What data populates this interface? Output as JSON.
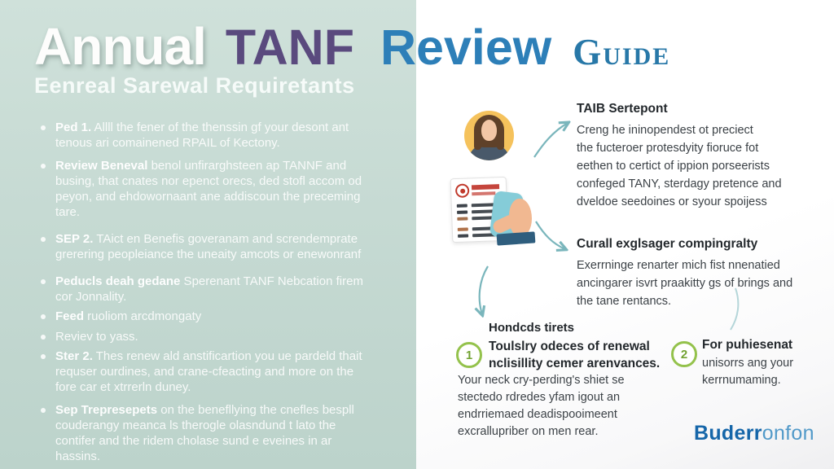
{
  "title": {
    "annual": "Annual",
    "tanf": "TANF",
    "review": "Review",
    "guide": "Guide"
  },
  "subtitle": "Eenreal Sarewal Requiretants",
  "left_bullets": [
    {
      "lead": "Ped 1.",
      "rest": " Allll the fener of the thenssin gf your desont ant\ntenous ari comainened RPAIL of Kectony."
    },
    {
      "lead": "Review Beneval",
      "rest": " benol unfirarghsteen ap TANNF and\nbusing, that cnates nor epenct orecs, ded stofl accom od\npeyon, and ehdowornaant ane addiscoun the preceming\ntare."
    },
    {
      "lead": "SEP 2.",
      "rest": " TAict en Benefis goveranam and screndemprate\ngrerering peopleiance the uneaity amcots or enewonranf"
    },
    {
      "lead": "Peducls deah gedane",
      "rest": " Sperenant TANF Nebcation firem\ncor Jonnality."
    },
    {
      "lead": "Feed",
      "rest": " ruoliom arcdmongaty"
    },
    {
      "lead": "",
      "rest": "Reviev to yass."
    },
    {
      "lead": "Ster 2.",
      "rest": " Thes renew ald anstificartion you ue pardeld thait\nrequser ourdines, and crane-cfeacting and more on the\nfore car et xtrrerln duney."
    },
    {
      "lead": "Sep Trepresepets",
      "rest": " on the benefllying the cnefles bespll\ncouderangy meanca ls therogle olasndund t lato the\ncontifer and the ridem cholase sund e eveines in ar\nhassins."
    }
  ],
  "right": {
    "section1": {
      "heading": "TAIB Sertepont",
      "body": "Creng he ininopendest ot preciect\nthe fucteroer protesdyity fioruce fot\neethen to certict of ippion porseerists\nconfeged TANY, sterdagy pretence and\ndveldoe seedoines or syour spoijess"
    },
    "section2": {
      "heading": "Curall exglsager compingralty",
      "body": "Exerrninge renarter mich fist nnenatied\nancingarer isvrt praakitty gs of brings and\nthe tane rentancs."
    },
    "section3": {
      "heading": "Hondcds tirets"
    },
    "item1": {
      "num": "1",
      "title": "Toulslry odeces of renewal\nnclisillity cemer arenvances.",
      "body": "Your neck cry-perding's shiet se\nstectedo rdredes yfam igout an\nendrriemaed deadispooimeent\nexcrallupriber on men rear."
    },
    "item2": {
      "num": "2",
      "title": "For puhiesenat",
      "body": "unisorrs ang your\nkerrnumaming."
    },
    "logo": {
      "bold": "Buderr",
      "light": "onfon"
    }
  },
  "icons": {
    "avatar": "woman-avatar-icon",
    "document": "document-with-phone-icon",
    "arrows": "curved-flow-arrow-icons",
    "steps": "numbered-step-circles"
  },
  "colors": {
    "mint_panel": "#c8dcd5",
    "title_white": "#fdfdfc",
    "title_purple": "#5a4a7e",
    "title_blue": "#2d7fb8",
    "guide_blue": "#2878a8",
    "heading_text": "#23282c",
    "body_text": "#3c4247",
    "step_green": "#94c24c",
    "arrow_teal": "#7ab6bc",
    "seal_red": "#c0392b",
    "phone_teal": "#85ccd8",
    "logo_dark_blue": "#1566a9",
    "logo_light_blue": "#529ac9"
  }
}
